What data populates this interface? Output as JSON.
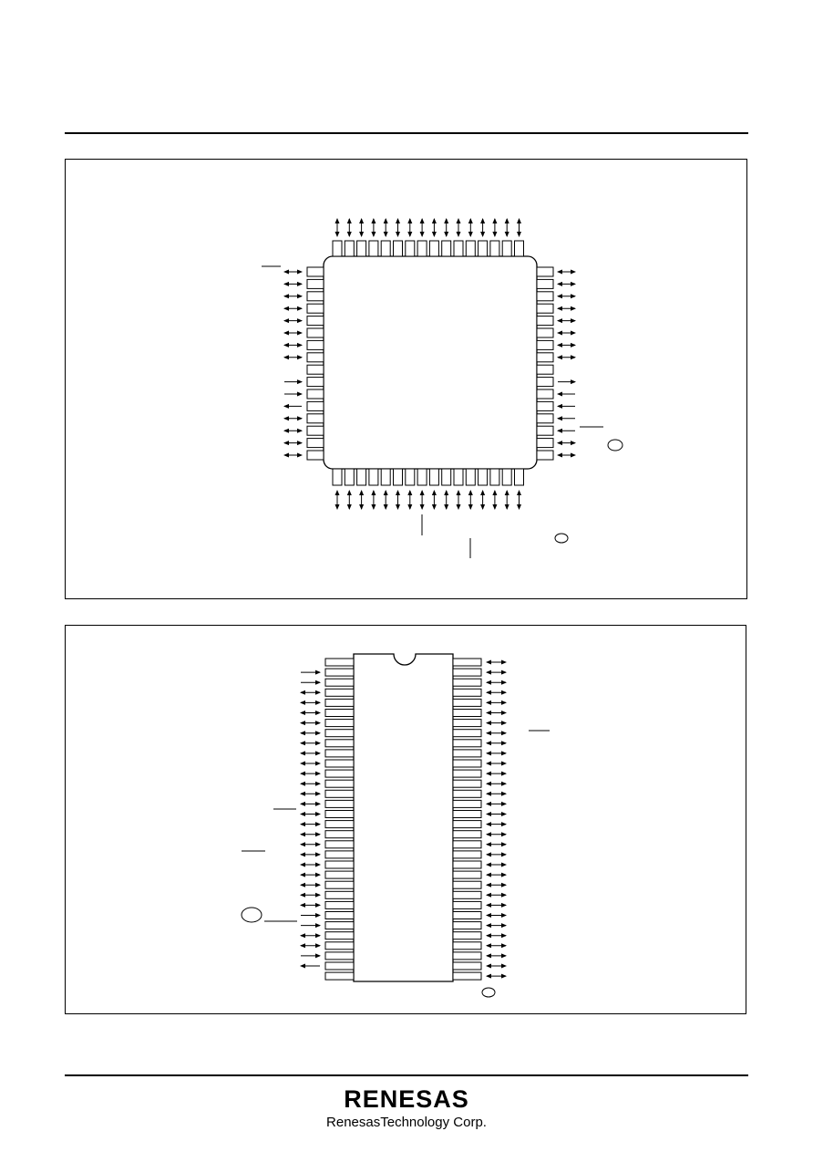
{
  "brand": {
    "mark": "RENESAS",
    "subtitle": "RenesasTechnology Corp."
  },
  "qfp": {
    "pins_per_side": 16
  },
  "dip": {
    "pins_per_side": 32
  }
}
